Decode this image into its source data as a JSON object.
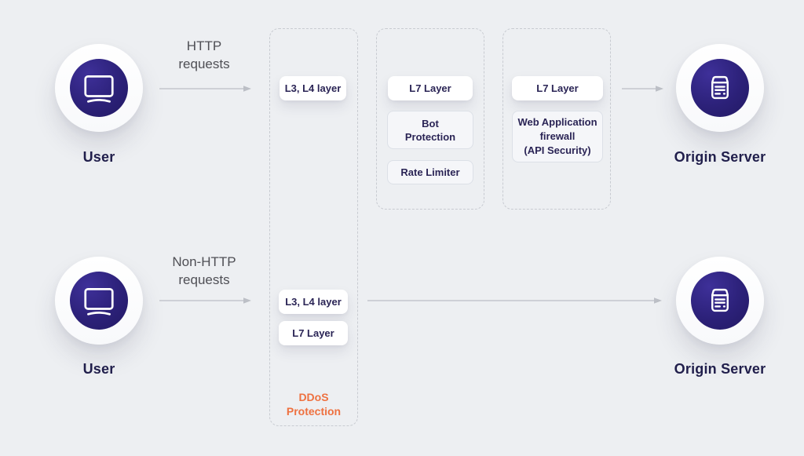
{
  "diagram": {
    "nodes": {
      "user_top": {
        "label": "User"
      },
      "origin_top": {
        "label": "Origin Server"
      },
      "user_bottom": {
        "label": "User"
      },
      "origin_bottom": {
        "label": "Origin Server"
      }
    },
    "flow_labels": {
      "http": {
        "line1": "HTTP",
        "line2": "requests"
      },
      "non_http": {
        "line1": "Non-HTTP",
        "line2": "requests"
      }
    },
    "ddos_box": {
      "pill_top": "L3, L4 layer",
      "pill_bottom_1": "L3, L4 layer",
      "pill_bottom_2": "L7 Layer",
      "caption_line1": "DDoS",
      "caption_line2": "Protection"
    },
    "l7_box": {
      "pill_1": "L7 Layer",
      "pill_2_line1": "Bot",
      "pill_2_line2": "Protection",
      "pill_3": "Rate Limiter"
    },
    "waf_box": {
      "pill_1": "L7 Layer",
      "pill_2_line1": "Web Application",
      "pill_2_line2": "firewall",
      "pill_2_line3": "(API Security)"
    },
    "icons": {
      "user": "monitor-icon",
      "origin": "server-icon"
    },
    "colors": {
      "background": "#edeff2",
      "node_inner_indigo": "#2c2179",
      "node_label_text": "#201e4b",
      "pill_text": "#2a2455",
      "flow_text": "#4f4f55",
      "arrow_gray": "#c3c6cc",
      "dashed_border": "#c8cbd1",
      "ddos_caption_orange": "#ee7140",
      "pill_solid_bg": "#ffffff",
      "pill_outline_bg": "#f5f6f9",
      "pill_outline_border": "#dce0e7"
    }
  }
}
